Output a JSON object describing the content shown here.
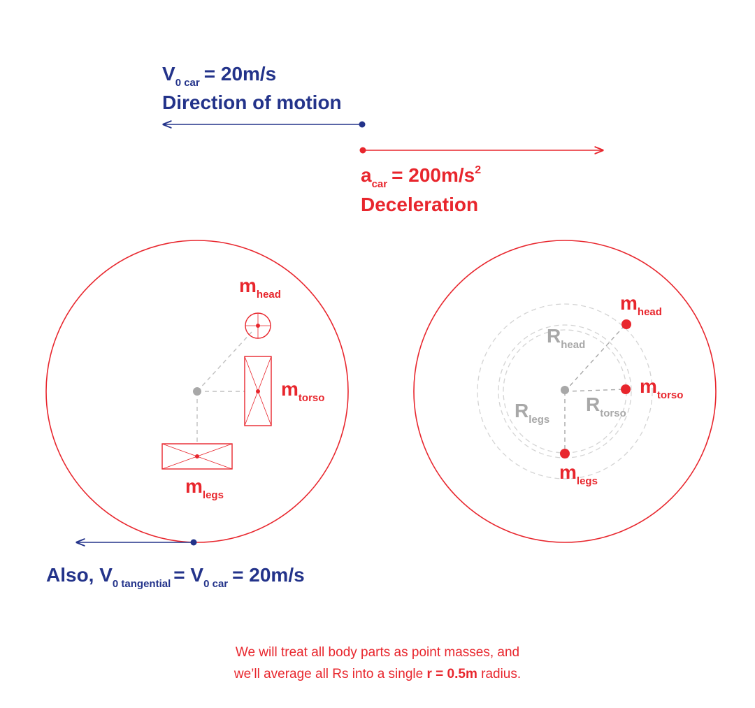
{
  "colors": {
    "blue": "#23338a",
    "red": "#e8262d",
    "grey": "#a8a8a8"
  },
  "velocity": {
    "symbol": "V",
    "subscript": "0 car",
    "value_text": "= 20m/s",
    "caption": "Direction of motion"
  },
  "acceleration": {
    "symbol": "a",
    "subscript": "car",
    "value_text": "= 200m/s",
    "superscript": "2",
    "caption": "Deceleration"
  },
  "left_diagram": {
    "mass_symbol": "m",
    "head_sub": "head",
    "torso_sub": "torso",
    "legs_sub": "legs"
  },
  "right_diagram": {
    "mass_symbol": "m",
    "radius_symbol": "R",
    "head_sub": "head",
    "torso_sub": "torso",
    "legs_sub": "legs"
  },
  "tangential": {
    "prefix": "Also, V",
    "sub1": "0 tangential",
    "middle": "= V",
    "sub2": "0 car",
    "suffix": "= 20m/s"
  },
  "note": {
    "line1": "We will treat all body parts as point masses, and",
    "line2_pre": "we’ll average all Rs into a single ",
    "line2_bold": "r = 0.5m",
    "line2_post": " radius."
  }
}
